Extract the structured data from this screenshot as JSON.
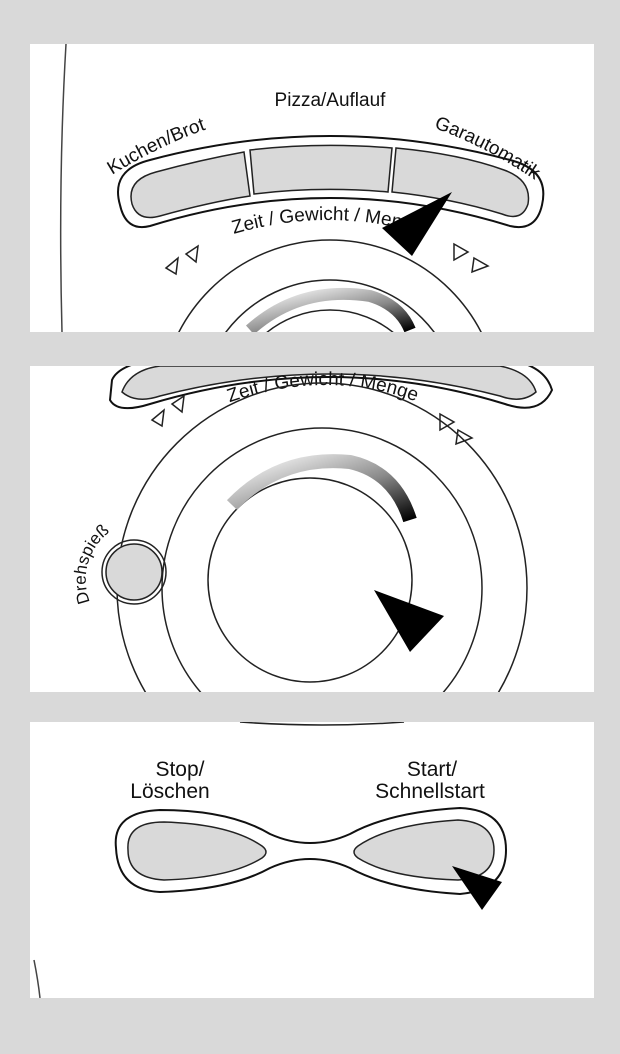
{
  "panel1": {
    "program_labels": {
      "left": "Kuchen/Brot",
      "center": "Pizza/Auflauf",
      "right": "Garautomatik"
    },
    "dial_label": "Zeit / Gewicht / Menge"
  },
  "panel2": {
    "dial_label": "Zeit / Gewicht / Menge",
    "rotisserie_label": "Drehspieß"
  },
  "panel3": {
    "stop_label_line1": "Stop/",
    "stop_label_line2": "Löschen",
    "start_label_line1": "Start/",
    "start_label_line2": "Schnellstart"
  },
  "colors": {
    "frame": "#d9d9d9",
    "panel": "#ffffff",
    "button_fill": "#d9d9d9",
    "pointer": "#000000",
    "line": "#111111"
  },
  "icons": [
    "pointer-arrow-icon",
    "decrease-arrows-icon",
    "increase-arrows-icon"
  ]
}
